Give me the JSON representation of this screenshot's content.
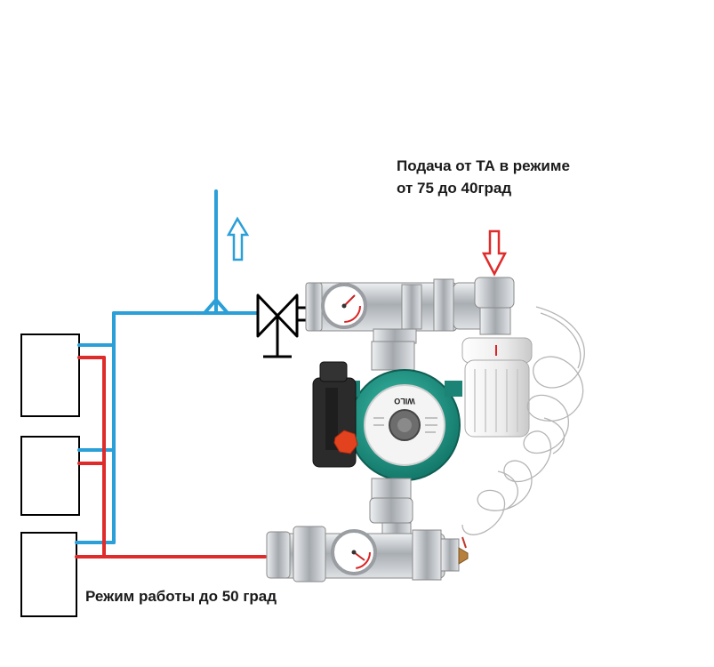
{
  "labels": {
    "supply_line1": "Подача от ТА в режиме",
    "supply_line2": "от 75 до 40град",
    "operating_mode": "Режим работы до 50 град"
  },
  "pump_brand": "WILO",
  "colors": {
    "supply_pipe": "#e02b2b",
    "return_pipe": "#2a9fd8",
    "arrow_supply": "#e02b2b",
    "arrow_return": "#2a9fd8",
    "pump_body": "#1f9a8a",
    "pump_motor": "#2b2b2b",
    "brass_fittings": "#c0c4c8",
    "thermostatic_head": "#f2f2f2",
    "outline": "#000000"
  },
  "icons": [
    "up-arrow-icon",
    "down-arrow-icon",
    "valve-symbol-icon",
    "pressure-gauge-icon",
    "circulation-pump-icon",
    "thermostatic-head-icon",
    "capillary-coil-icon"
  ]
}
